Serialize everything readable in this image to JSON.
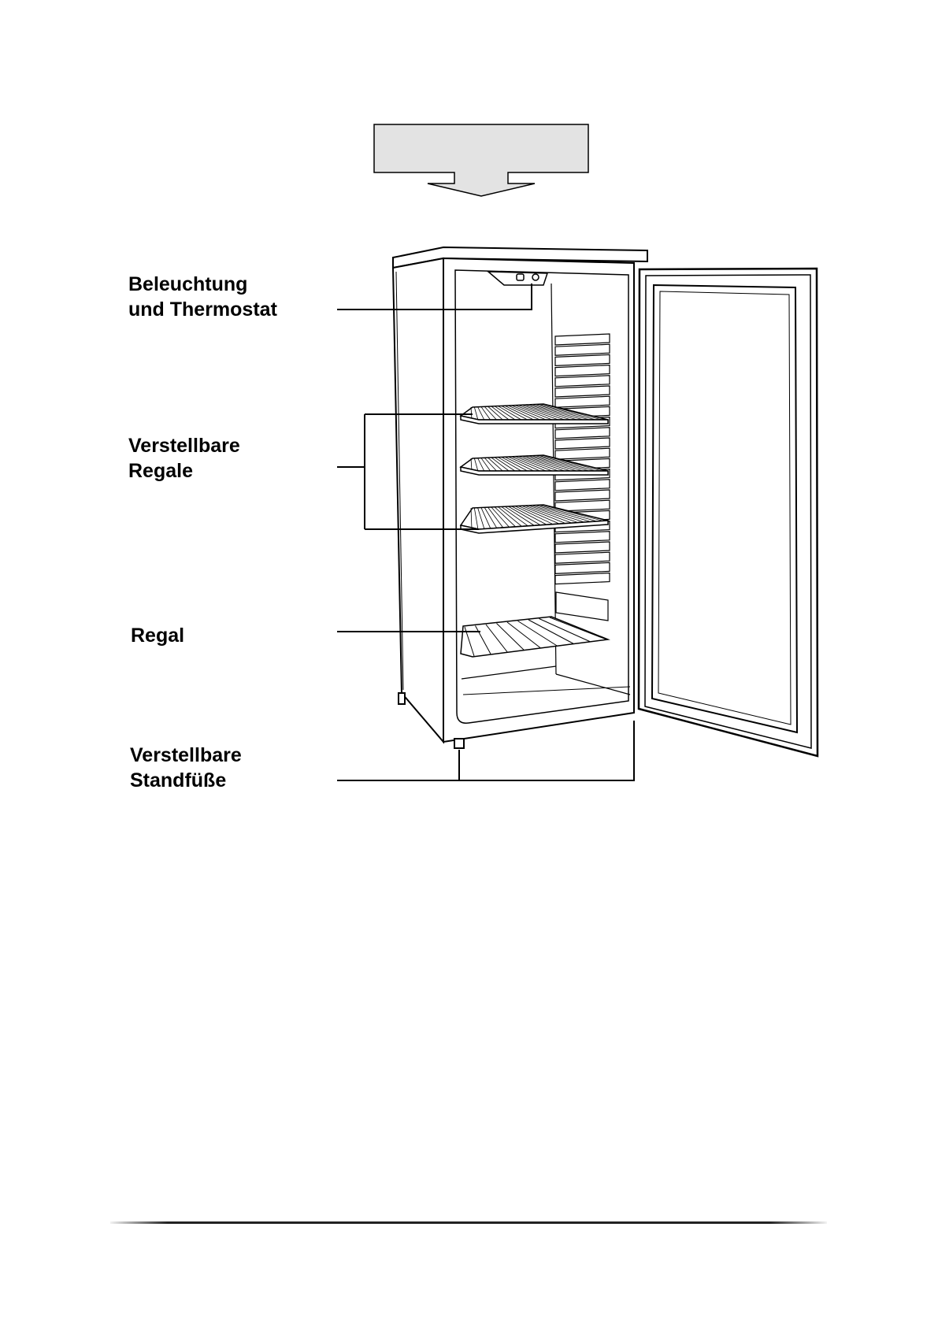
{
  "labels": {
    "lighting_line1": "Beleuchtung",
    "lighting_line2": "und Thermostat",
    "shelves_line1": "Verstellbare",
    "shelves_line2": "Regale",
    "shelf": "Regal",
    "feet_line1": "Verstellbare",
    "feet_line2": "Standfüße"
  },
  "colors": {
    "banner_fill": "#e3e3e3",
    "line": "#000000"
  }
}
